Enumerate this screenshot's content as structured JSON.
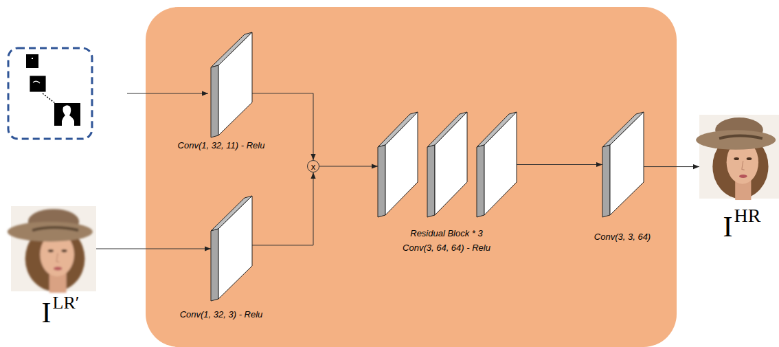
{
  "diagram": {
    "nodes": [
      {
        "text": [
          "Conv(1, 32, 11) - Relu"
        ]
      },
      {
        "text": [
          "Conv(1, 32, 3) - Relu"
        ]
      },
      {
        "text": [
          "x"
        ]
      },
      {
        "text": [
          "Residual Block * 3",
          "Conv(3, 64, 64) - Relu"
        ]
      },
      {
        "text": [
          "Conv(3, 3, 64)"
        ]
      },
      {
        "text": [
          "I",
          "LR′"
        ]
      },
      {
        "text": [
          "I",
          "HR"
        ]
      }
    ],
    "edges": [
      {
        "from": 5,
        "to": 1,
        "arrow": "to"
      },
      {
        "from": 0,
        "to": 2,
        "arrow": "to"
      },
      {
        "from": 1,
        "to": 2,
        "arrow": "to"
      },
      {
        "from": 2,
        "to": 3,
        "arrow": "to"
      },
      {
        "from": 3,
        "to": 4,
        "arrow": "to"
      },
      {
        "from": 4,
        "to": 6,
        "arrow": "to"
      }
    ]
  }
}
